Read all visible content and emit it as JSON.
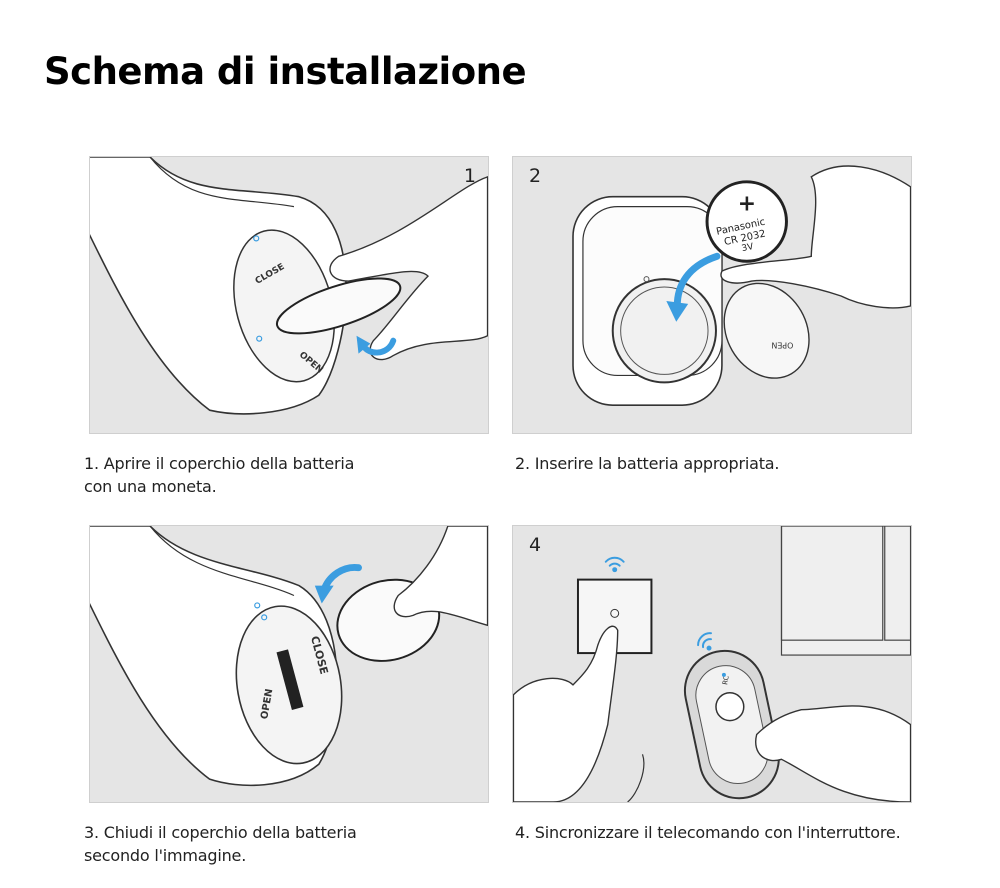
{
  "title": "Schema di installazione",
  "steps": [
    {
      "number": "1",
      "caption_line1": "1. Aprire il coperchio della batteria",
      "caption_line2": "con  una moneta.",
      "cover_labels": {
        "close": "CLOSE",
        "open": "OPEN"
      }
    },
    {
      "number": "2",
      "caption_line1": "2. Inserire la batteria appropriata.",
      "caption_line2": "",
      "battery": {
        "polarity": "+",
        "brand": "Panasonic",
        "model": "CR 2032",
        "voltage": "3V"
      },
      "cover_labels": {
        "open": "OPEN"
      }
    },
    {
      "number": "",
      "caption_line1": "3. Chiudi il coperchio della batteria",
      "caption_line2": "secondo l'immagine.",
      "cover_labels": {
        "close": "CLOSE",
        "open": "OPEN"
      }
    },
    {
      "number": "4",
      "caption_line1": "4. Sincronizzare il telecomando con l'interruttore.",
      "caption_line2": "",
      "remote_label": "RC"
    }
  ],
  "colors": {
    "arrow": "#3b9de0",
    "wifi": "#3b9de0",
    "panel_bg": "#e5e5e5",
    "outline": "#333333"
  }
}
